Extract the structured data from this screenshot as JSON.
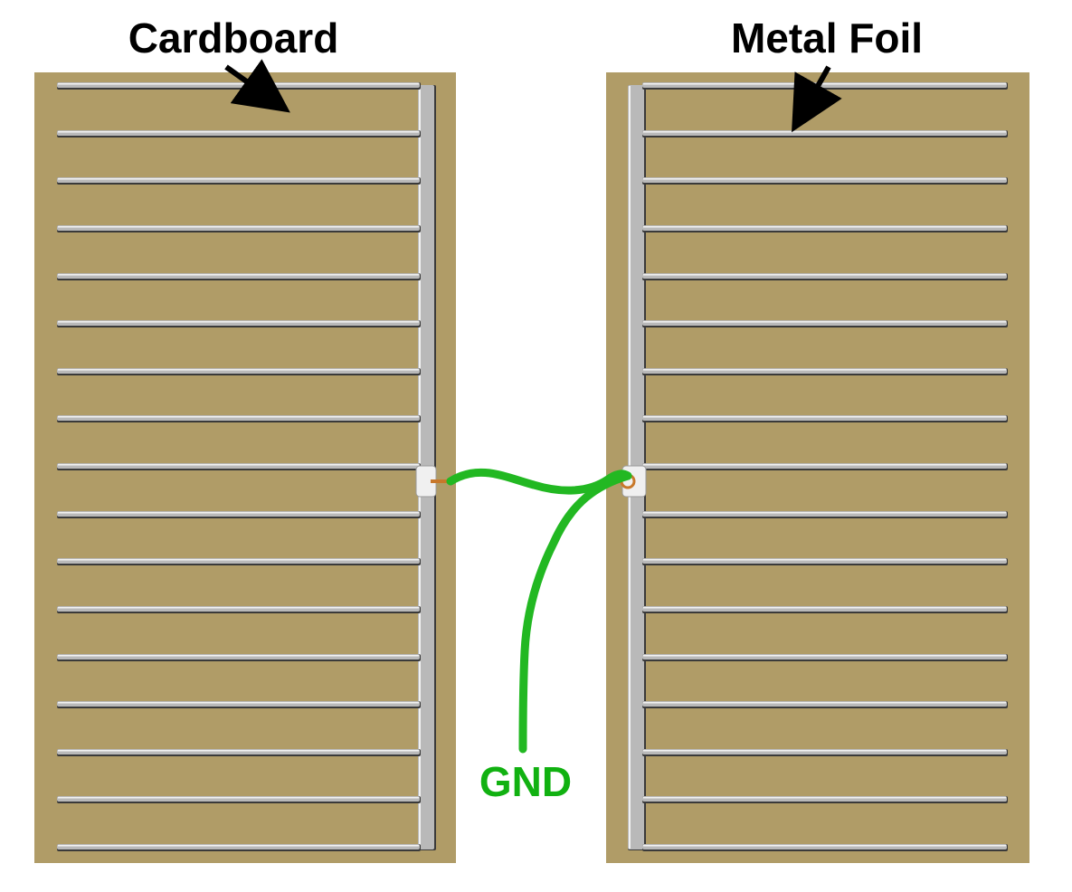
{
  "labels": {
    "cardboard": "Cardboard",
    "metal_foil": "Metal Foil",
    "ground": "GND"
  },
  "panels": {
    "left": {
      "finger_count": 17,
      "spine_side": "right"
    },
    "right": {
      "finger_count": 17,
      "spine_side": "left"
    }
  },
  "colors": {
    "cardboard": "#b09c67",
    "foil": "#b9b9b9",
    "foil_shadow": "#3a3a3a",
    "foil_highlight": "#f2f2f2",
    "wire": "#22b822",
    "label_text": "#000000",
    "gnd_text": "#11b111",
    "copper": "#c8782a"
  }
}
